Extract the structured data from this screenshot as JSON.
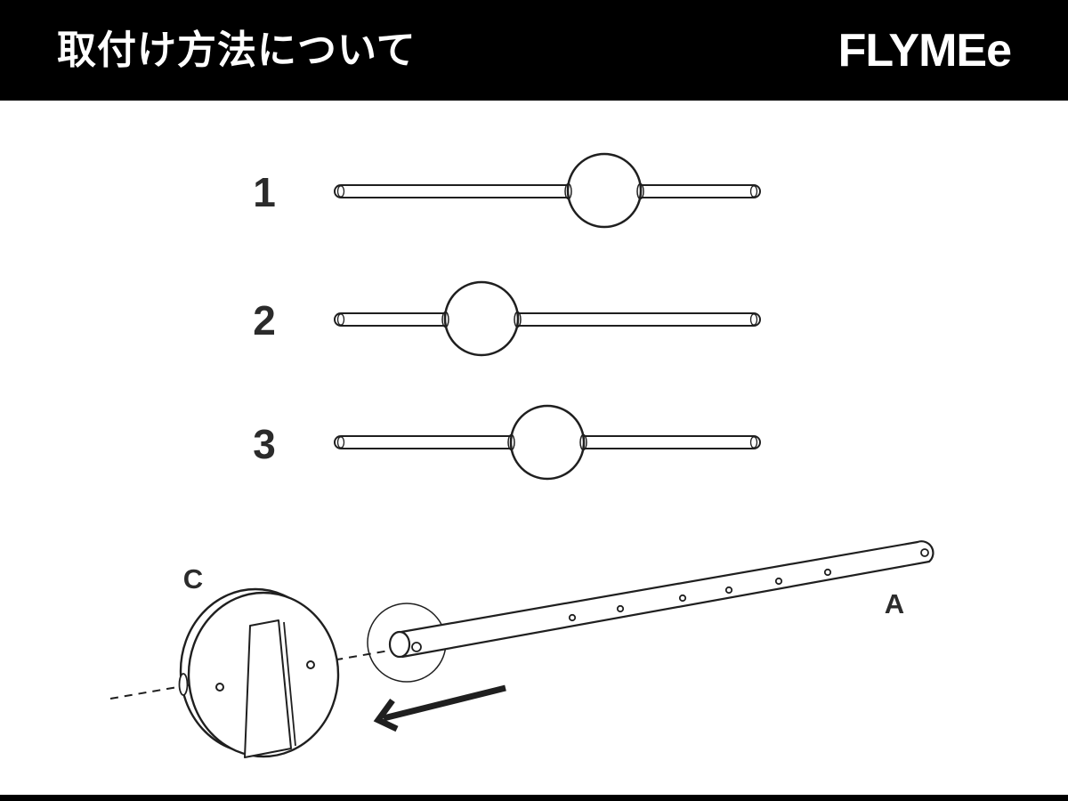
{
  "header": {
    "title": "取付け方法について",
    "logo_text": "FLYMEe"
  },
  "steps": [
    {
      "number": "1"
    },
    {
      "number": "2"
    },
    {
      "number": "3"
    }
  ],
  "assembly": {
    "disc_label": "C",
    "rod_label": "A"
  },
  "colors": {
    "header_bg": "#000000",
    "header_fg": "#ffffff",
    "line": "#1f1f1f",
    "background": "#ffffff"
  }
}
